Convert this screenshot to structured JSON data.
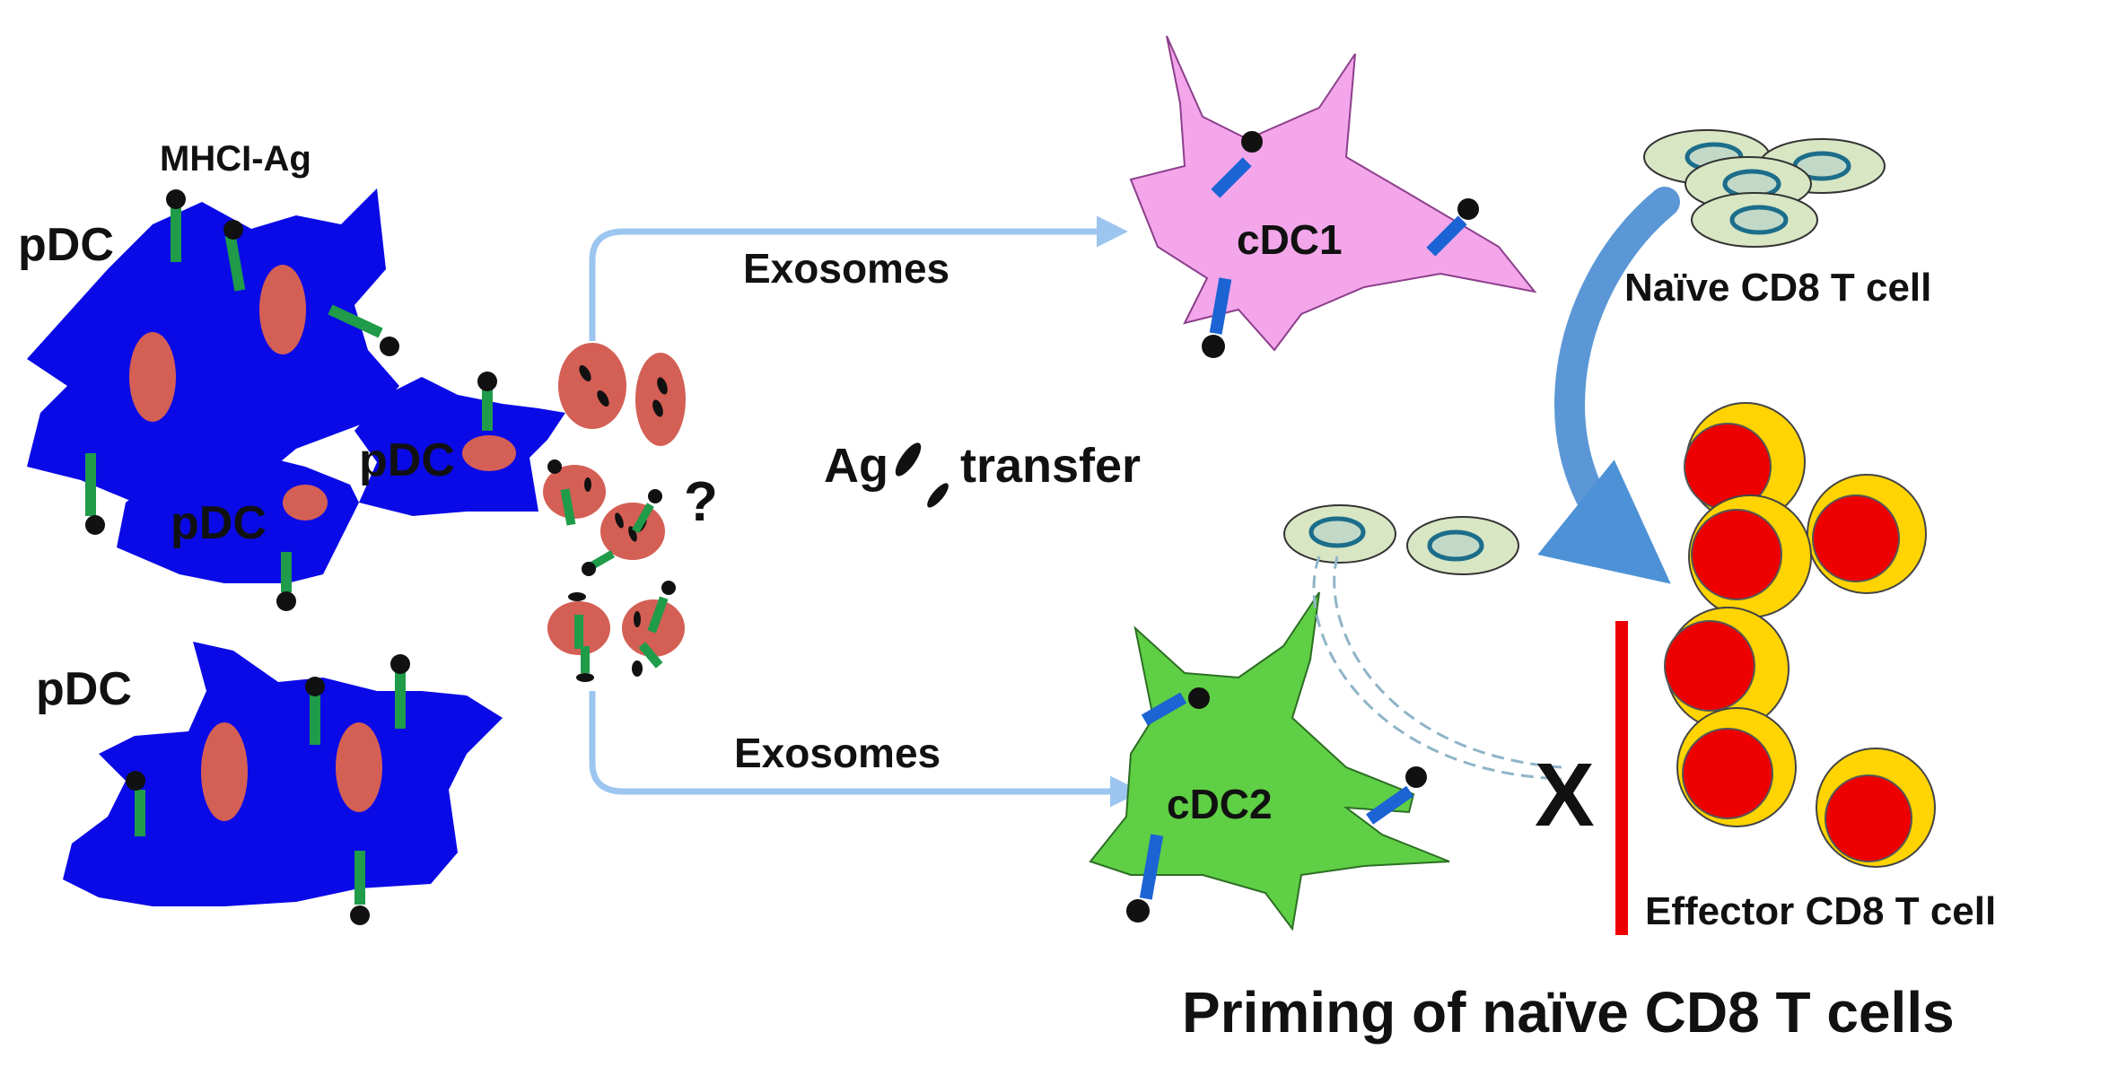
{
  "labels": {
    "mhci_ag": "MHCI-Ag",
    "pdc_top": "pDC",
    "pdc_mid": "pDC",
    "pdc_small": "pDC",
    "pdc_bottom": "pDC",
    "question": "?",
    "exosomes_top": "Exosomes",
    "exosomes_bottom": "Exosomes",
    "ag": "Ag",
    "transfer": "transfer",
    "cdc1": "cDC1",
    "cdc2": "cDC2",
    "naive_t_cell": "Naïve CD8 T cell",
    "effector_t_cell": "Effector CD8 T cell",
    "block_mark": "X",
    "title": "Priming of naïve CD8 T cells"
  },
  "colors": {
    "pdc": "#0a0ae6",
    "nucleus": "#d45f55",
    "mhc_stalk_green": "#1f9b4a",
    "mhc_stalk_blue": "#1c63d4",
    "antigen": "#111111",
    "cdc1": "#f3a6ea",
    "cdc2": "#5fcf45",
    "arrow": "#9cc6ef",
    "arrow_curved": "#3f86cf",
    "naive_cell": "#d8e6c4",
    "naive_nucleus": "#c2d9c8",
    "effector_outer": "#ffd400",
    "effector_inner": "#ee0000",
    "block_bar": "#ee0000"
  }
}
